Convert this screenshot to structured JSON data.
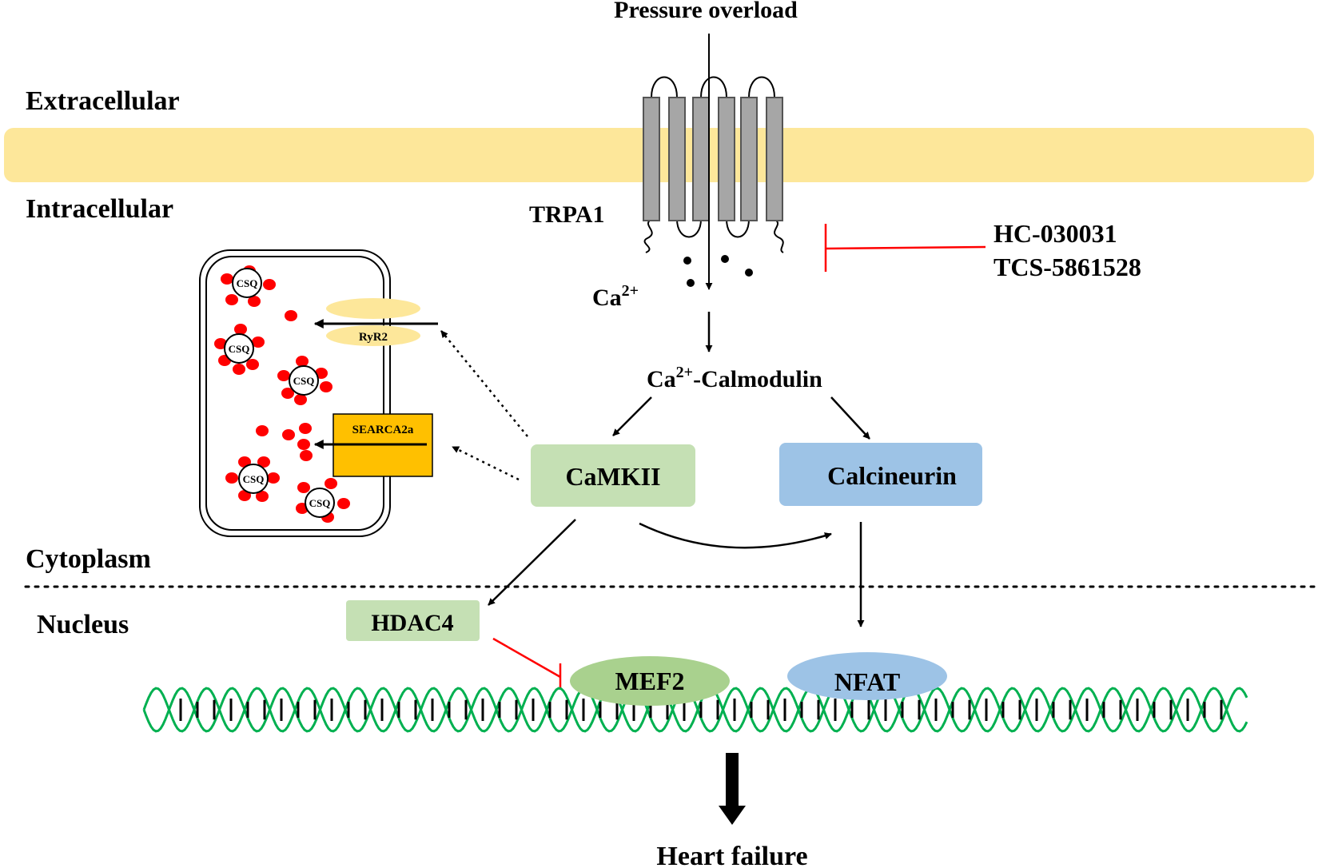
{
  "labels": {
    "stimulus": "Pressure overload",
    "extracellular": "Extracellular",
    "intracellular": "Intracellular",
    "cytoplasm": "Cytoplasm",
    "nucleus": "Nucleus",
    "channel": "TRPA1",
    "calcium_base": "Ca",
    "calcium_sup": "2+",
    "calmodulin_base": "Ca",
    "calmodulin_sup": "2+",
    "calmodulin_rest": "-Calmodulin",
    "inhibitor_1": "HC-030031",
    "inhibitor_2": "TCS-5861528",
    "camkii": "CaMKII",
    "calcineurin": "Calcineurin",
    "hdac4": "HDAC4",
    "mef2": "MEF2",
    "nfat": "NFAT",
    "ryr2": "RyR2",
    "serca": "SEARCA2a",
    "csq": "CSQ",
    "outcome": "Heart failure"
  },
  "colors": {
    "membrane": "#fde79a",
    "channel": "#a6a6a6",
    "camkii": "#c5e0b4",
    "calcineurin": "#9dc3e6",
    "hdac4": "#c5e0b4",
    "mef2": "#a9d18e",
    "nfat": "#9dc3e6",
    "ryr2": "#fde79a",
    "serca": "#ffc000",
    "calcium_store": "#ff0000",
    "inhibition": "#ff0000",
    "dna": "#00b050"
  }
}
